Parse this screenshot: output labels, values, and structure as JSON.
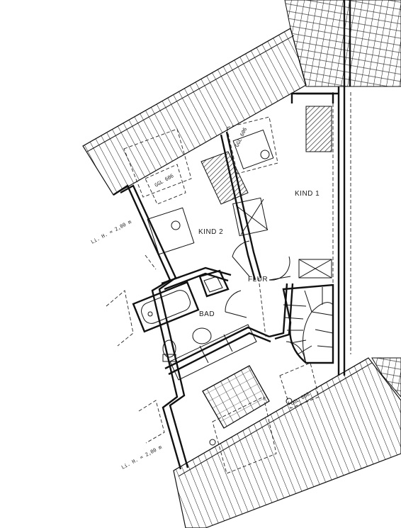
{
  "rooms": {
    "kind1": "KIND 1",
    "kind2": "KIND 2",
    "flur": "FLUR",
    "bad": "BAD"
  },
  "notes": {
    "lh_upper": "Li. H. = 2,00 m",
    "lh_lower": "Li. H. = 2,00 m",
    "ggl_1": "GGL 606",
    "ggl_2": "GGL 606",
    "ggl_3": "GGL 608"
  },
  "colors": {
    "line": "#111111",
    "paper": "#ffffff"
  }
}
